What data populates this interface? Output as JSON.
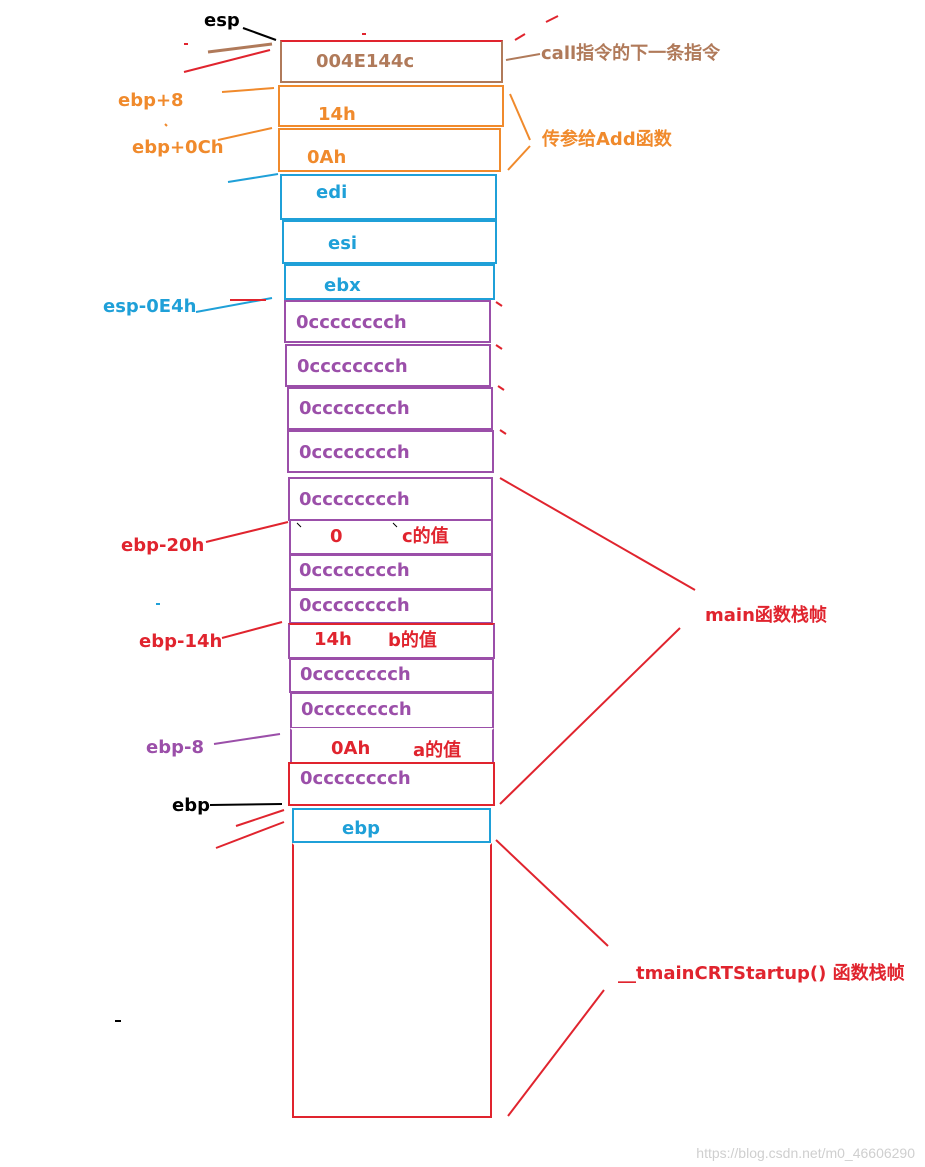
{
  "colors": {
    "brown": "#b07a5a",
    "orange": "#f08a2c",
    "blue": "#1fa0d8",
    "purple": "#9b4fa9",
    "red": "#e0242e",
    "black": "#000000"
  },
  "stack": {
    "return_addr": "004E144c",
    "arg_b": "14h",
    "arg_a": "0Ah",
    "saved_edi": "edi",
    "saved_esi": "esi",
    "saved_ebx": "ebx",
    "fill_value": "0cccccccch",
    "c_value": "0",
    "c_note": "c的值",
    "b_value": "14h",
    "b_note": "b的值",
    "a_value": "0Ah",
    "a_note": "a的值",
    "saved_ebp": "ebp"
  },
  "labels": {
    "esp": "esp",
    "ebp_plus_8": "ebp+8",
    "ebp_plus_0ch": "ebp+0Ch",
    "esp_minus_0e4h": "esp-0E4h",
    "ebp_minus_20h": "ebp-20h",
    "ebp_minus_14h": "ebp-14h",
    "ebp_minus_8": "ebp-8",
    "ebp": "ebp",
    "call_note": "call指令的下一条指令",
    "params_note": "传参给Add函数",
    "main_frame": "main函数栈帧",
    "crt_frame": "__tmainCRTStartup() 函数栈帧"
  },
  "watermark": "https://blog.csdn.net/m0_46606290"
}
